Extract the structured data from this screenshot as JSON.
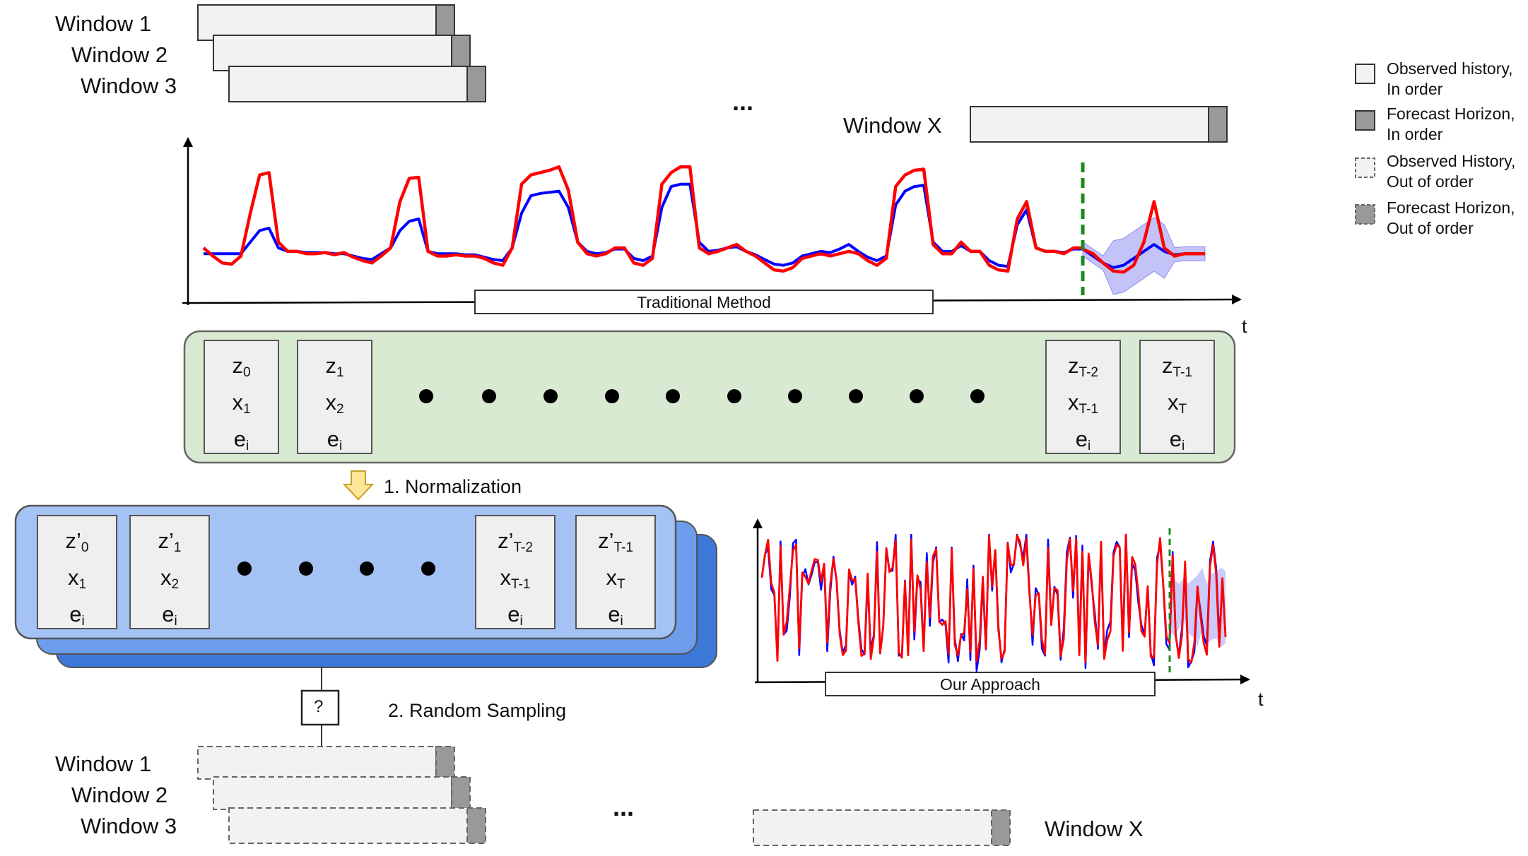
{
  "top_windows": [
    "Window 1",
    "Window 2",
    "Window 3"
  ],
  "top_window_x": "Window X",
  "bottom_windows": [
    "Window 1",
    "Window 2",
    "Window 3"
  ],
  "bottom_window_x": "Window X",
  "ellipsis": "...",
  "axis_t": "t",
  "traditional_label": "Traditional Method",
  "approach_label": "Our Approach",
  "step1": "1. Normalization",
  "step2": "2. Random Sampling",
  "question": "?",
  "legend": [
    {
      "line1": "Observed history,",
      "line2": "In order"
    },
    {
      "line1": "Forecast Horizon,",
      "line2": "In order"
    },
    {
      "line1": "Observed History,",
      "line2": "Out of order"
    },
    {
      "line1": "Forecast Horizon,",
      "line2": "Out of order"
    }
  ],
  "green_cells": [
    {
      "z": "z",
      "zs": "0",
      "x": "x",
      "xs": "1",
      "e": "e",
      "es": "i"
    },
    {
      "z": "z",
      "zs": "1",
      "x": "x",
      "xs": "2",
      "e": "e",
      "es": "i"
    },
    {
      "z": "z",
      "zs": "T-2",
      "x": "x",
      "xs": "T-1",
      "e": "e",
      "es": "i"
    },
    {
      "z": "z",
      "zs": "T-1",
      "x": "x",
      "xs": "T",
      "e": "e",
      "es": "i"
    }
  ],
  "blue_cells": [
    {
      "z": "z’",
      "zs": "0",
      "x": "x",
      "xs": "1",
      "e": "e",
      "es": "i"
    },
    {
      "z": "z’",
      "zs": "1",
      "x": "x",
      "xs": "2",
      "e": "e",
      "es": "i"
    },
    {
      "z": "z’",
      "zs": "T-2",
      "x": "x",
      "xs": "T-1",
      "e": "e",
      "es": "i"
    },
    {
      "z": "z’",
      "zs": "T-1",
      "x": "x",
      "xs": "T",
      "e": "e",
      "es": "i"
    }
  ],
  "colors": {
    "observed_fill": "#f2f2f2",
    "forecast_fill": "#999999",
    "green_panel": "#d9ead3",
    "blue_front": "#a4c2f4",
    "blue_mid": "#6d9eeb",
    "blue_back": "#3c78d8",
    "series_actual": "#ff0000",
    "series_pred": "#0000ff",
    "forecast_line": "#1a8a1a",
    "arrow_fill": "#ffe599"
  },
  "traditional_series": {
    "actual": [
      0.25,
      0.18,
      0.12,
      0.11,
      0.18,
      0.55,
      0.88,
      0.9,
      0.3,
      0.22,
      0.22,
      0.2,
      0.2,
      0.21,
      0.19,
      0.21,
      0.17,
      0.14,
      0.12,
      0.18,
      0.25,
      0.65,
      0.85,
      0.86,
      0.22,
      0.18,
      0.18,
      0.19,
      0.18,
      0.18,
      0.16,
      0.12,
      0.1,
      0.25,
      0.8,
      0.88,
      0.9,
      0.92,
      0.95,
      0.75,
      0.3,
      0.2,
      0.18,
      0.2,
      0.25,
      0.25,
      0.12,
      0.1,
      0.16,
      0.8,
      0.9,
      0.95,
      0.95,
      0.25,
      0.2,
      0.22,
      0.25,
      0.28,
      0.22,
      0.18,
      0.12,
      0.06,
      0.05,
      0.08,
      0.16,
      0.18,
      0.2,
      0.18,
      0.2,
      0.22,
      0.2,
      0.14,
      0.1,
      0.16,
      0.78,
      0.88,
      0.92,
      0.93,
      0.28,
      0.2,
      0.2,
      0.3,
      0.22,
      0.22,
      0.1,
      0.06,
      0.05,
      0.5,
      0.65,
      0.25,
      0.22,
      0.22,
      0.2,
      0.25,
      0.25
    ],
    "pred": [
      0.2,
      0.2,
      0.2,
      0.2,
      0.2,
      0.3,
      0.4,
      0.42,
      0.25,
      0.22,
      0.22,
      0.21,
      0.21,
      0.21,
      0.2,
      0.2,
      0.18,
      0.16,
      0.15,
      0.2,
      0.25,
      0.4,
      0.48,
      0.5,
      0.22,
      0.2,
      0.2,
      0.2,
      0.19,
      0.19,
      0.17,
      0.15,
      0.14,
      0.25,
      0.55,
      0.7,
      0.72,
      0.73,
      0.74,
      0.6,
      0.3,
      0.22,
      0.2,
      0.21,
      0.24,
      0.24,
      0.16,
      0.14,
      0.18,
      0.6,
      0.78,
      0.8,
      0.8,
      0.3,
      0.22,
      0.23,
      0.25,
      0.26,
      0.22,
      0.19,
      0.15,
      0.11,
      0.1,
      0.12,
      0.18,
      0.2,
      0.22,
      0.21,
      0.24,
      0.28,
      0.22,
      0.17,
      0.14,
      0.18,
      0.62,
      0.74,
      0.78,
      0.79,
      0.3,
      0.22,
      0.22,
      0.27,
      0.22,
      0.22,
      0.14,
      0.1,
      0.09,
      0.45,
      0.58,
      0.25,
      0.22,
      0.22,
      0.21,
      0.24,
      0.24
    ],
    "forecast_actual": [
      0.24,
      0.2,
      0.12,
      0.05,
      0.04,
      0.1,
      0.3,
      0.65,
      0.25,
      0.18,
      0.2,
      0.2,
      0.2
    ],
    "forecast_pred": [
      0.24,
      0.18,
      0.12,
      0.08,
      0.1,
      0.16,
      0.22,
      0.28,
      0.22,
      0.19,
      0.2,
      0.2,
      0.2
    ]
  }
}
